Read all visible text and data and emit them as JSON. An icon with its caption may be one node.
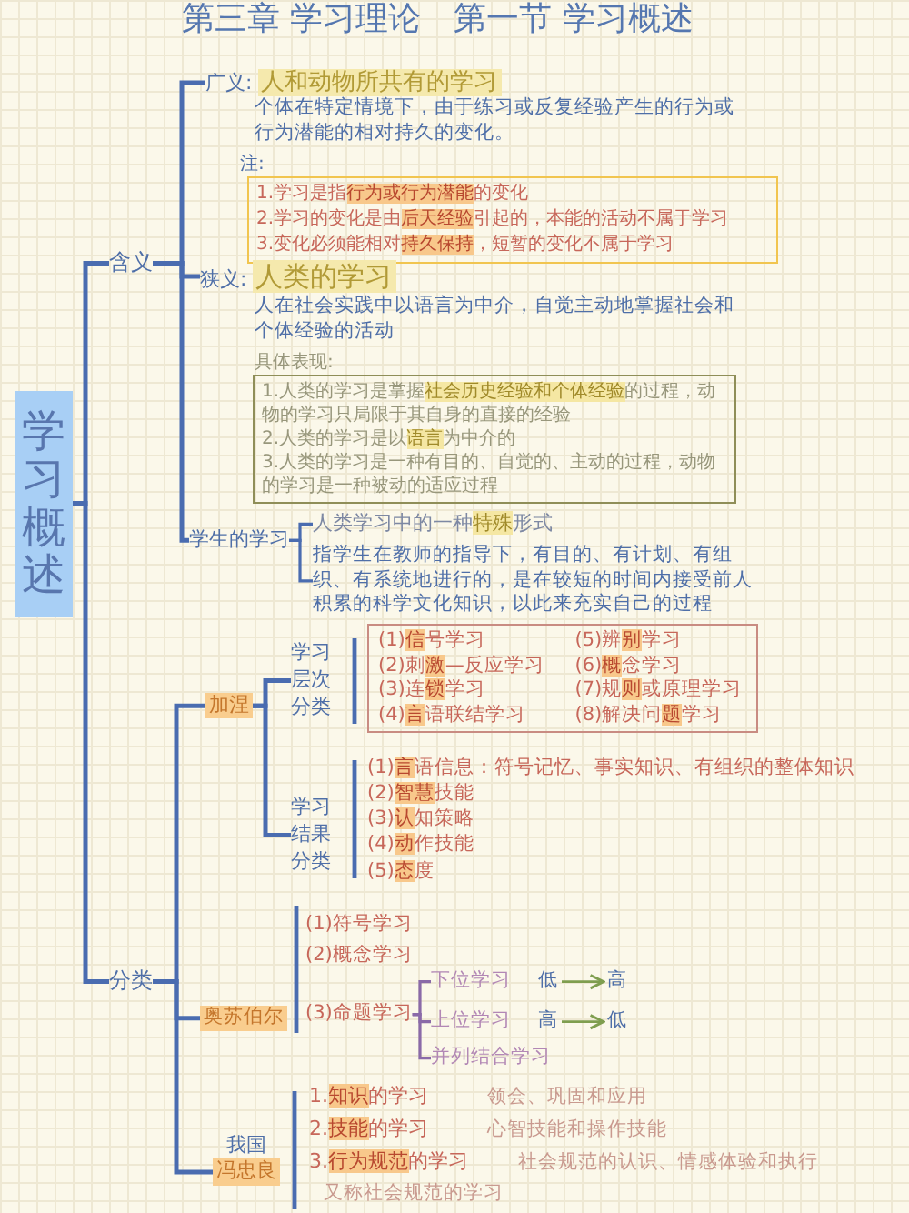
{
  "diagram": {
    "title": "第三章 学习理论　第一节 学习概述",
    "nodes": [
      {
        "text": [
          "学习概述"
        ]
      },
      {
        "text": [
          "含义"
        ]
      },
      {
        "text": [
          "广义:",
          "人和动物所共有的学习"
        ],
        "beside": [
          "个体在特定情境下，由于练习或反复经验产生的行为或行为潜能的相对持久的变化。"
        ]
      },
      {
        "text": [
          "1.学习是指**行为或行为潜能**的变化",
          "2.学习的变化是由**后天经验**引起的，本能的活动不属于学习",
          "3.变化必须能相对**持久保持**，短暂的变化不属于学习"
        ],
        "beside": [
          "注:"
        ]
      },
      {
        "text": [
          "狭义:",
          "人类的学习"
        ],
        "beside": [
          "人在社会实践中以语言为中介，自觉主动地掌握社会和个体经验的活动"
        ]
      },
      {
        "text": [
          "1.人类的学习是掌握**社会历史经验和个体经验**的过程，动物的学习只局限于其自身的直接的经验",
          "2.人类的学习是以**语言**为中介的",
          "3.人类的学习是一种有目的、自觉的、主动的过程，动物的学习是一种被动的适应过程"
        ],
        "beside": [
          "具体表现:"
        ]
      },
      {
        "text": [
          "学生的学习"
        ]
      },
      {
        "text": [
          "人类学习中的一种**特殊**形式"
        ]
      },
      {
        "text": [
          "指学生在教师的指导下，有目的、有计划、有组织、有系统地进行的，是在较短的时间内接受前人积累的科学文化知识，以此来充实自己的过程"
        ]
      },
      {
        "text": [
          "分类"
        ]
      },
      {
        "text": [
          "加涅"
        ]
      },
      {
        "text": [
          "学习层次分类"
        ]
      },
      {
        "text": [
          "(1)**信**号学习",
          "(2)刺**激**—反应学习",
          "(3)连**锁**学习",
          "(4)**言**语联结学习",
          "(5)辨**别**学习",
          "(6)**概**念学习",
          "(7)规**则**或原理学习",
          "(8)解决问**题**学习"
        ]
      },
      {
        "text": [
          "学习结果分类"
        ]
      },
      {
        "text": [
          "奥苏伯尔"
        ]
      },
      {
        "text": [
          "(3)命题学习"
        ]
      },
      {
        "text": [
          "下位学习"
        ]
      },
      {
        "text": [
          "低"
        ]
      },
      {
        "text": [
          "高"
        ]
      },
      {
        "text": [
          "上位学习"
        ]
      },
      {
        "text": [
          "高"
        ]
      },
      {
        "text": [
          "低"
        ]
      },
      {
        "text": [
          "并列结合学习"
        ]
      },
      {
        "text": [
          "我国",
          "冯忠良"
        ]
      }
    ],
    "edges": [
      {
        "from": 0,
        "to": 1,
        "arrow": "none"
      },
      {
        "from": 0,
        "to": 9,
        "arrow": "none"
      },
      {
        "from": 1,
        "to": 2,
        "arrow": "none"
      },
      {
        "from": 1,
        "to": 4,
        "arrow": "none"
      },
      {
        "from": 1,
        "to": 6,
        "arrow": "none"
      },
      {
        "from": 6,
        "to": 7,
        "arrow": "none"
      },
      {
        "from": 6,
        "to": 8,
        "arrow": "none"
      },
      {
        "from": 9,
        "to": 10,
        "arrow": "none"
      },
      {
        "from": 9,
        "to": 14,
        "arrow": "none"
      },
      {
        "from": 9,
        "to": 23,
        "arrow": "none"
      },
      {
        "from": 10,
        "to": 11,
        "arrow": "none"
      },
      {
        "from": 10,
        "to": 13,
        "arrow": "none"
      },
      {
        "from": 15,
        "to": 16,
        "arrow": "none",
        "color": "#8a6aa8"
      },
      {
        "from": 15,
        "to": 19,
        "arrow": "none",
        "color": "#8a6aa8"
      },
      {
        "from": 15,
        "to": 22,
        "arrow": "none",
        "color": "#8a6aa8"
      },
      {
        "from": 17,
        "to": 18,
        "arrow": "to",
        "color": "#7f9e4f"
      },
      {
        "from": 20,
        "to": 21,
        "arrow": "to",
        "color": "#7f9e4f"
      }
    ],
    "labels": [
      "(1)**言**语信息：符号记忆、事实知识、有组织的整体知识",
      "(2)**智慧**技能",
      "(3)**认**知策略",
      "(4)**动**作技能",
      "(5)**态**度",
      "(1)符号学习",
      "(2)概念学习",
      "1.**知识**的学习",
      "领会、巩固和应用",
      "2.**技能**的学习",
      "心智技能和操作技能",
      "3.**行为规范**的学习",
      "社会规范的认识、情感体验和执行",
      "又称社会规范的学习"
    ]
  }
}
